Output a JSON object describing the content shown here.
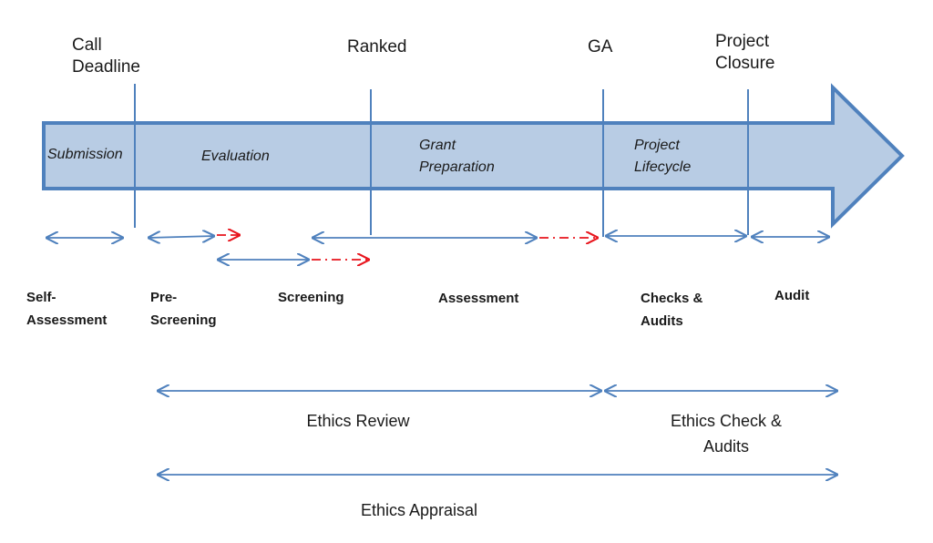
{
  "milestones": {
    "call_deadline": "Call\nDeadline",
    "ranked": "Ranked",
    "ga": "GA",
    "project_closure": "Project\nClosure"
  },
  "phases": {
    "submission": "Submission",
    "evaluation": "Evaluation",
    "grant_preparation": "Grant\nPreparation",
    "project_lifecycle": "Project\nLifecycle"
  },
  "steps": {
    "self_assessment": "Self-\nAssessment",
    "pre_screening": "Pre-\nScreening",
    "screening": "Screening",
    "assessment": "Assessment",
    "checks_audits": "Checks &\nAudits",
    "audit": "Audit"
  },
  "spans": {
    "ethics_review": "Ethics Review",
    "ethics_check_audits": "Ethics Check &\nAudits",
    "ethics_appraisal": "Ethics Appraisal"
  },
  "colors": {
    "arrow_fill": "#b8cce4",
    "arrow_stroke": "#4f81bd",
    "line": "#4f81bd",
    "extension": "#e8141c"
  }
}
